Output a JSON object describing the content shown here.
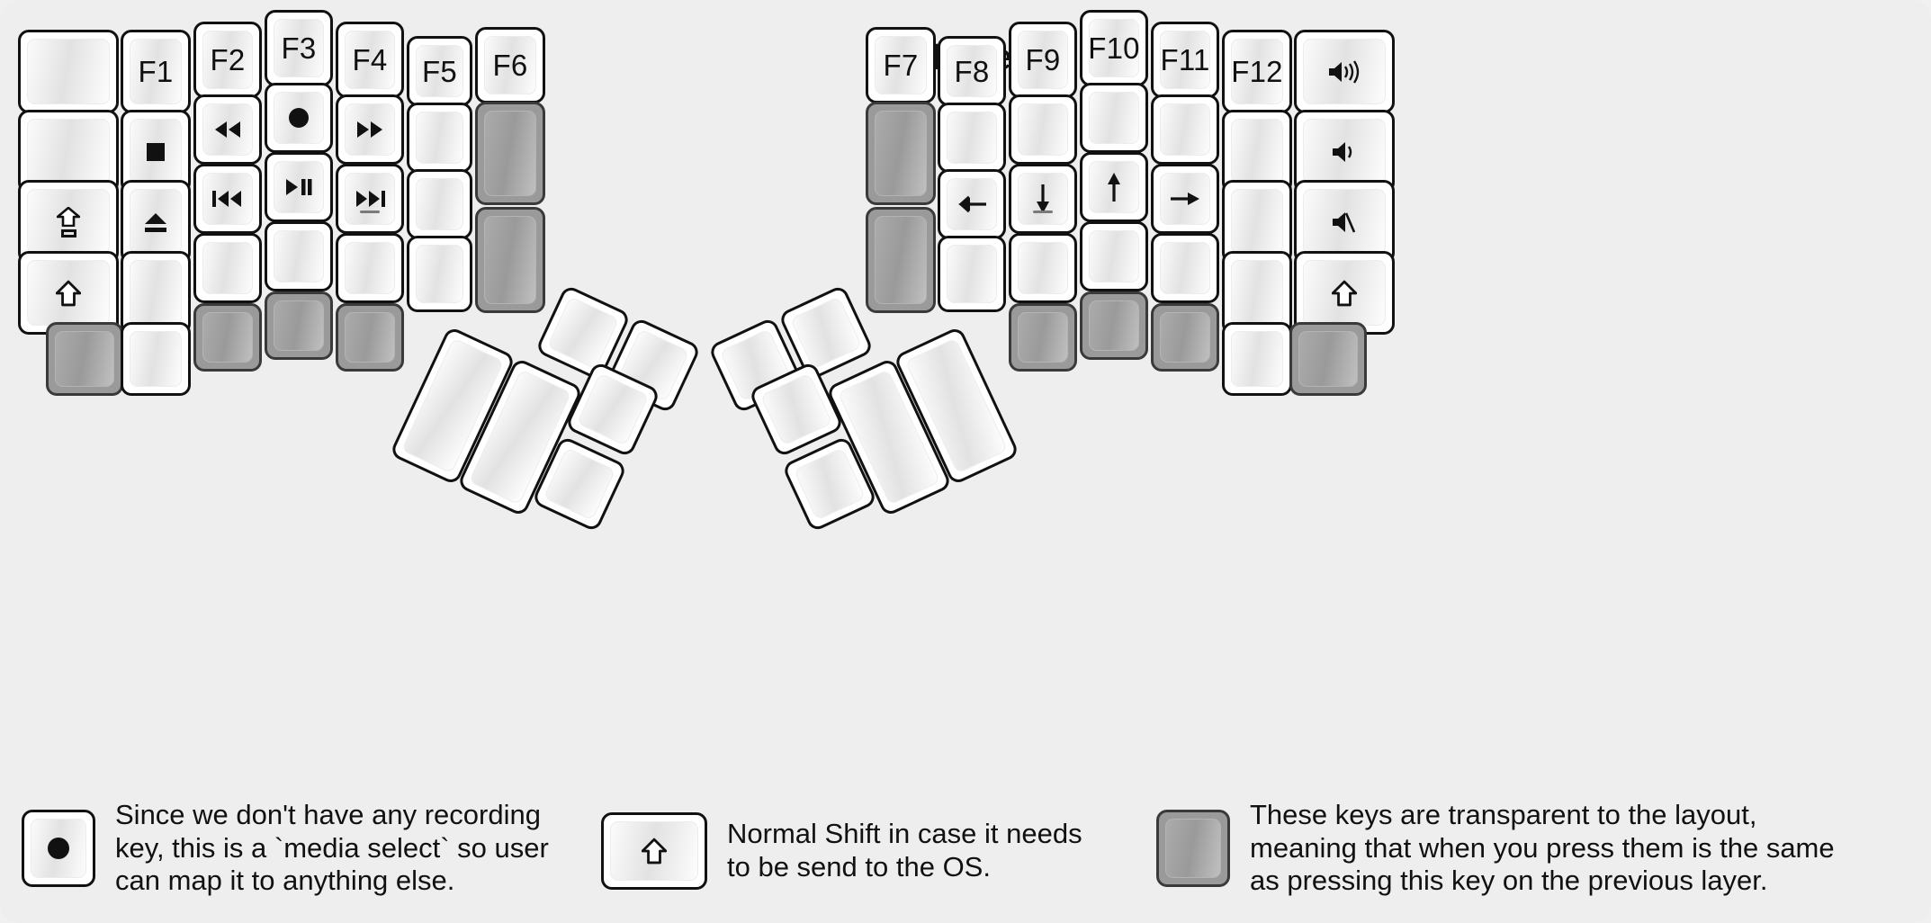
{
  "title": "fn Layer",
  "colors": {
    "background": "#eeeeee",
    "key_face": "#ffffff",
    "key_border": "#111111",
    "transparent_key": "#9a9a9a",
    "text": "#111111"
  },
  "left_half": {
    "name": "left-keyboard-half",
    "columns": [
      {
        "name": "col-pinky-outer",
        "keys": [
          {
            "name": "key-left-c1-r1",
            "label": "",
            "icon": "",
            "type": "normal"
          },
          {
            "name": "key-left-c1-r2",
            "label": "",
            "icon": "",
            "type": "normal"
          },
          {
            "name": "key-left-c1-r3-capslock",
            "label": "",
            "icon": "capslock-shift-icon",
            "type": "normal"
          },
          {
            "name": "key-left-c1-r4-shift",
            "label": "",
            "icon": "shift-icon",
            "type": "normal"
          },
          {
            "name": "key-left-c1-r5",
            "label": "",
            "icon": "",
            "type": "transparent"
          }
        ]
      },
      {
        "name": "col-pinky",
        "keys": [
          {
            "name": "key-left-c2-r1-f1",
            "label": "F1",
            "icon": "",
            "type": "normal"
          },
          {
            "name": "key-left-c2-r2-stop",
            "label": "",
            "icon": "media-stop-icon",
            "type": "normal"
          },
          {
            "name": "key-left-c2-r3-eject",
            "label": "",
            "icon": "media-eject-icon",
            "type": "normal"
          },
          {
            "name": "key-left-c2-r4",
            "label": "",
            "icon": "",
            "type": "normal"
          },
          {
            "name": "key-left-c2-r5",
            "label": "",
            "icon": "",
            "type": "normal"
          }
        ]
      },
      {
        "name": "col-ring",
        "keys": [
          {
            "name": "key-left-c3-r1-f2",
            "label": "F2",
            "icon": "",
            "type": "normal"
          },
          {
            "name": "key-left-c3-r2-rewind",
            "label": "",
            "icon": "media-rewind-icon",
            "type": "normal"
          },
          {
            "name": "key-left-c3-r3-prev-track",
            "label": "",
            "icon": "media-prev-track-icon",
            "type": "normal"
          },
          {
            "name": "key-left-c3-r4",
            "label": "",
            "icon": "",
            "type": "normal"
          },
          {
            "name": "key-left-c3-r5",
            "label": "",
            "icon": "",
            "type": "transparent"
          }
        ]
      },
      {
        "name": "col-middle",
        "keys": [
          {
            "name": "key-left-c4-r1-f3",
            "label": "F3",
            "icon": "",
            "type": "normal"
          },
          {
            "name": "key-left-c4-r2-record",
            "label": "",
            "icon": "media-record-icon",
            "type": "normal"
          },
          {
            "name": "key-left-c4-r3-play-pause",
            "label": "",
            "icon": "media-play-pause-icon",
            "type": "normal"
          },
          {
            "name": "key-left-c4-r4",
            "label": "",
            "icon": "",
            "type": "normal"
          },
          {
            "name": "key-left-c4-r5",
            "label": "",
            "icon": "",
            "type": "transparent"
          }
        ]
      },
      {
        "name": "col-index",
        "keys": [
          {
            "name": "key-left-c5-r1-f4",
            "label": "F4",
            "icon": "",
            "type": "normal"
          },
          {
            "name": "key-left-c5-r2-fast-forward",
            "label": "",
            "icon": "media-fast-forward-icon",
            "type": "normal"
          },
          {
            "name": "key-left-c5-r3-next-track",
            "label": "",
            "icon": "media-next-track-icon",
            "type": "normal",
            "homerow": true
          },
          {
            "name": "key-left-c5-r4",
            "label": "",
            "icon": "",
            "type": "normal"
          },
          {
            "name": "key-left-c5-r5",
            "label": "",
            "icon": "",
            "type": "transparent"
          }
        ]
      },
      {
        "name": "col-index-inner",
        "keys": [
          {
            "name": "key-left-c6-r1-f5",
            "label": "F5",
            "icon": "",
            "type": "normal"
          },
          {
            "name": "key-left-c6-r2",
            "label": "",
            "icon": "",
            "type": "normal"
          },
          {
            "name": "key-left-c6-r3",
            "label": "",
            "icon": "",
            "type": "normal"
          },
          {
            "name": "key-left-c6-r4",
            "label": "",
            "icon": "",
            "type": "normal"
          }
        ]
      },
      {
        "name": "col-inner-most",
        "keys": [
          {
            "name": "key-left-c7-r1-f6",
            "label": "F6",
            "icon": "",
            "type": "normal"
          },
          {
            "name": "key-left-c7-r2",
            "label": "",
            "icon": "",
            "type": "transparent"
          },
          {
            "name": "key-left-c7-r3",
            "label": "",
            "icon": "",
            "type": "transparent"
          }
        ]
      }
    ],
    "thumb_cluster": {
      "name": "left-thumb-cluster",
      "keys": [
        {
          "name": "key-left-thumb-big-1",
          "label": "",
          "type": "normal"
        },
        {
          "name": "key-left-thumb-big-2",
          "label": "",
          "type": "normal"
        },
        {
          "name": "key-left-thumb-small-1",
          "label": "",
          "type": "normal"
        },
        {
          "name": "key-left-thumb-small-2",
          "label": "",
          "type": "normal"
        },
        {
          "name": "key-left-thumb-small-3",
          "label": "",
          "type": "normal"
        },
        {
          "name": "key-left-thumb-small-4",
          "label": "",
          "type": "normal"
        }
      ]
    }
  },
  "right_half": {
    "name": "right-keyboard-half",
    "columns": [
      {
        "name": "col-inner-most",
        "keys": [
          {
            "name": "key-right-c1-r1-f7",
            "label": "F7",
            "icon": "",
            "type": "normal"
          },
          {
            "name": "key-right-c1-r2",
            "label": "",
            "icon": "",
            "type": "transparent"
          },
          {
            "name": "key-right-c1-r3",
            "label": "",
            "icon": "",
            "type": "transparent"
          }
        ]
      },
      {
        "name": "col-index-inner",
        "keys": [
          {
            "name": "key-right-c2-r1-f8",
            "label": "F8",
            "icon": "",
            "type": "normal"
          },
          {
            "name": "key-right-c2-r2",
            "label": "",
            "icon": "",
            "type": "normal"
          },
          {
            "name": "key-right-c2-r3-left",
            "label": "",
            "icon": "arrow-left-icon",
            "type": "normal"
          },
          {
            "name": "key-right-c2-r4",
            "label": "",
            "icon": "",
            "type": "normal"
          }
        ]
      },
      {
        "name": "col-index",
        "keys": [
          {
            "name": "key-right-c3-r1-f9",
            "label": "F9",
            "icon": "",
            "type": "normal"
          },
          {
            "name": "key-right-c3-r2",
            "label": "",
            "icon": "",
            "type": "normal"
          },
          {
            "name": "key-right-c3-r3-down",
            "label": "",
            "icon": "arrow-down-icon",
            "type": "normal",
            "homerow": true
          },
          {
            "name": "key-right-c3-r4",
            "label": "",
            "icon": "",
            "type": "normal"
          },
          {
            "name": "key-right-c3-r5",
            "label": "",
            "icon": "",
            "type": "transparent"
          }
        ]
      },
      {
        "name": "col-middle",
        "keys": [
          {
            "name": "key-right-c4-r1-f10",
            "label": "F10",
            "icon": "",
            "type": "normal"
          },
          {
            "name": "key-right-c4-r2",
            "label": "",
            "icon": "",
            "type": "normal"
          },
          {
            "name": "key-right-c4-r3-up",
            "label": "",
            "icon": "arrow-up-icon",
            "type": "normal"
          },
          {
            "name": "key-right-c4-r4",
            "label": "",
            "icon": "",
            "type": "normal"
          },
          {
            "name": "key-right-c4-r5",
            "label": "",
            "icon": "",
            "type": "transparent"
          }
        ]
      },
      {
        "name": "col-ring",
        "keys": [
          {
            "name": "key-right-c5-r1-f11",
            "label": "F11",
            "icon": "",
            "type": "normal"
          },
          {
            "name": "key-right-c5-r2",
            "label": "",
            "icon": "",
            "type": "normal"
          },
          {
            "name": "key-right-c5-r3-right",
            "label": "",
            "icon": "arrow-right-icon",
            "type": "normal"
          },
          {
            "name": "key-right-c5-r4",
            "label": "",
            "icon": "",
            "type": "normal"
          },
          {
            "name": "key-right-c5-r5",
            "label": "",
            "icon": "",
            "type": "transparent"
          }
        ]
      },
      {
        "name": "col-pinky",
        "keys": [
          {
            "name": "key-right-c6-r1-f12",
            "label": "F12",
            "icon": "",
            "type": "normal"
          },
          {
            "name": "key-right-c6-r2",
            "label": "",
            "icon": "",
            "type": "normal"
          },
          {
            "name": "key-right-c6-r3",
            "label": "",
            "icon": "",
            "type": "normal"
          },
          {
            "name": "key-right-c6-r4",
            "label": "",
            "icon": "",
            "type": "normal"
          },
          {
            "name": "key-right-c6-r5",
            "label": "",
            "icon": "",
            "type": "normal"
          }
        ]
      },
      {
        "name": "col-pinky-outer",
        "keys": [
          {
            "name": "key-right-c7-r1-volume-up",
            "label": "",
            "icon": "volume-up-icon",
            "type": "normal"
          },
          {
            "name": "key-right-c7-r2-volume-down",
            "label": "",
            "icon": "volume-down-icon",
            "type": "normal"
          },
          {
            "name": "key-right-c7-r3-mute",
            "label": "",
            "icon": "volume-mute-icon",
            "type": "normal"
          },
          {
            "name": "key-right-c7-r4-shift",
            "label": "",
            "icon": "shift-icon",
            "type": "normal"
          },
          {
            "name": "key-right-c7-r5",
            "label": "",
            "icon": "",
            "type": "transparent"
          }
        ]
      }
    ],
    "thumb_cluster": {
      "name": "right-thumb-cluster",
      "keys": [
        {
          "name": "key-right-thumb-small-1",
          "label": "",
          "type": "normal"
        },
        {
          "name": "key-right-thumb-small-2",
          "label": "",
          "type": "normal"
        },
        {
          "name": "key-right-thumb-small-3",
          "label": "",
          "type": "normal"
        },
        {
          "name": "key-right-thumb-small-4",
          "label": "",
          "type": "normal"
        },
        {
          "name": "key-right-thumb-big-1",
          "label": "",
          "type": "normal"
        },
        {
          "name": "key-right-thumb-big-2",
          "label": "",
          "type": "normal"
        }
      ]
    }
  },
  "legend": [
    {
      "name": "legend-record",
      "icon": "media-record-icon",
      "key_type": "normal",
      "text": "Since we don't have any recording\nkey, this is a `media select` so user\ncan map it to anything else."
    },
    {
      "name": "legend-shift",
      "icon": "shift-icon",
      "key_type": "normal",
      "text": "Normal Shift in case it needs\nto be send to the OS."
    },
    {
      "name": "legend-transparent",
      "icon": "",
      "key_type": "transparent",
      "text": "These keys are transparent to the layout,\nmeaning that when you press them is the same\nas pressing this key on the previous layer."
    }
  ]
}
